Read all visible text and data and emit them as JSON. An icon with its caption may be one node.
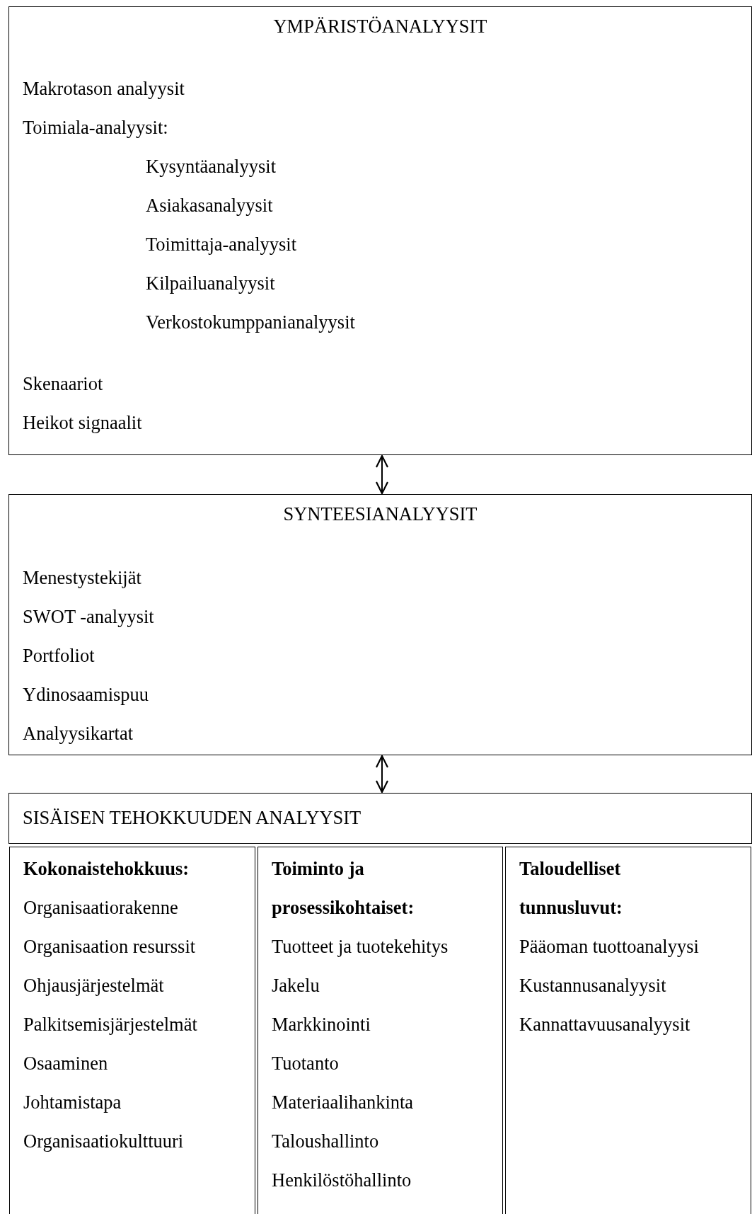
{
  "diagram": {
    "nodes": [
      {
        "text": [
          "YMPÄRISTÖANALYYSIT",
          "Makrotason analyysit",
          "Toimiala-analyysit:",
          "Kysyntäanalyysit",
          "Asiakasanalyysit",
          "Toimittaja-analyysit",
          "Kilpailuanalyysit",
          "Verkostokumppanianalyysit",
          "Skenaariot",
          "Heikot signaalit"
        ]
      },
      {
        "text": [
          "SYNTEESIANALYYSIT",
          "Menestystekijät",
          "SWOT -analyysit",
          "Portfoliot",
          "Ydinosaamispuu",
          "Analyysikartat"
        ]
      },
      {
        "text": [
          "SISÄISEN TEHOKKUUDEN ANALYYSIT"
        ]
      },
      {
        "text": [
          "Kokonaistehokkuus:",
          "Organisaatiorakenne",
          "Organisaation resurssit",
          "Ohjausjärjestelmät",
          "Palkitsemisjärjestelmät",
          "Osaaminen",
          "Johtamistapa",
          "Organisaatiokulttuuri"
        ]
      },
      {
        "text": [
          "Toiminto ja prosessikohtaiset:",
          "Tuotteet ja tuotekehitys",
          "Jakelu",
          "Markkinointi",
          "Tuotanto",
          "Materiaalihankinta",
          "Taloushallinto",
          "Henkilöstöhallinto"
        ]
      },
      {
        "text": [
          "Taloudelliset tunnusluvut:",
          "Pääoman tuottoanalyysi",
          "Kustannusanalyysit",
          "Kannattavuusanalyysit"
        ]
      }
    ],
    "edges": [
      {
        "from": 0,
        "to": 1,
        "arrow": "both"
      },
      {
        "from": 1,
        "to": 2,
        "arrow": "both"
      }
    ]
  }
}
